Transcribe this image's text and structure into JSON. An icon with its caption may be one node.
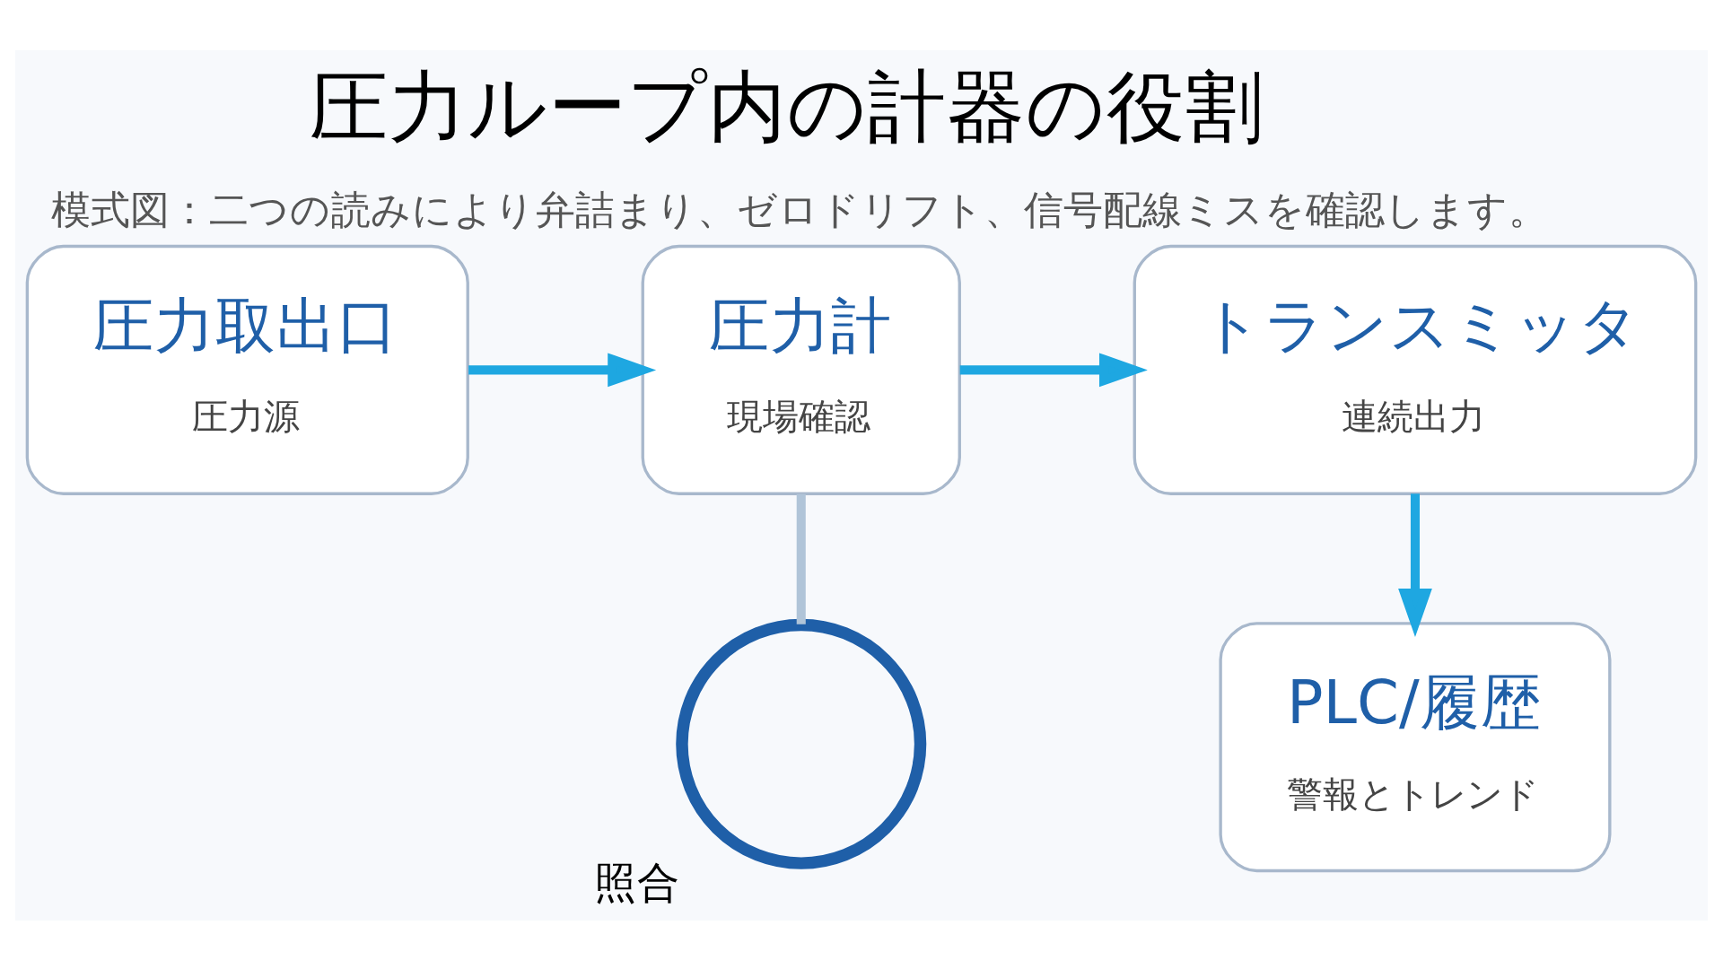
{
  "diagram": {
    "title": "圧力ループ内の計器の役割",
    "caption": "模式図：二つの読みにより弁詰まり、ゼロドリフト、信号配線ミスを確認します。",
    "nodes": [
      {
        "text": [
          "圧力取出口",
          "圧力源"
        ]
      },
      {
        "text": [
          "圧力計",
          "現場確認"
        ]
      },
      {
        "text": [
          "トランスミッタ",
          "連続出力"
        ]
      },
      {
        "text": [
          "PLC/履歴",
          "警報とトレンド"
        ]
      },
      {
        "text": [],
        "shape": "circle",
        "beside": [
          "照合"
        ]
      }
    ],
    "edges": [
      {
        "from": 0,
        "to": 1,
        "arrow": "to"
      },
      {
        "from": 1,
        "to": 2,
        "arrow": "to"
      },
      {
        "from": 2,
        "to": 3,
        "arrow": "to"
      },
      {
        "from": 1,
        "to": 4,
        "arrow": "none",
        "color": "#b0c4d8"
      }
    ]
  }
}
